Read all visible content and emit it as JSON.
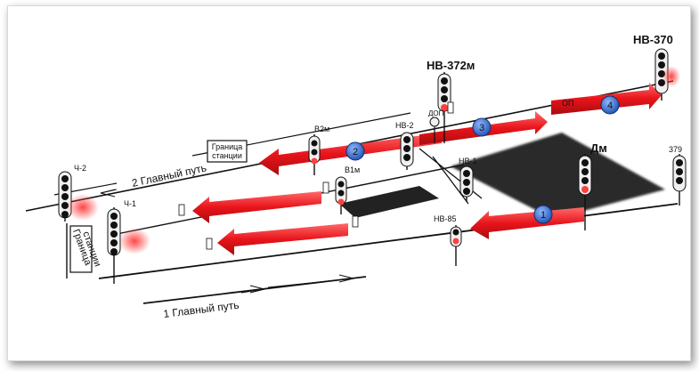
{
  "labels": {
    "nv370": "НВ-370",
    "nv372m": "НВ-372м",
    "dop": "ДОП",
    "nv2": "НВ-2",
    "v2m": "В2м",
    "v1m": "В1м",
    "nv1": "НВ-1",
    "nv85": "НВ-85",
    "op": "ОП",
    "dm": "Дм",
    "n379": "379",
    "ch2": "Ч-2",
    "ch1": "Ч-1",
    "boundary_top_1": "Граница",
    "boundary_top_2": "станции",
    "boundary_left_1": "Граница",
    "boundary_left_2": "станции",
    "main_track_2": "2 Главный путь",
    "main_track_1": "1 Главный путь"
  },
  "route_numbers": [
    "1",
    "2",
    "3",
    "4"
  ],
  "colors": {
    "arrow_red": "#e8141a",
    "signal_red": "#ff4040",
    "badge_blue": "#2f6fd6",
    "platform": "#2a2a2a"
  }
}
